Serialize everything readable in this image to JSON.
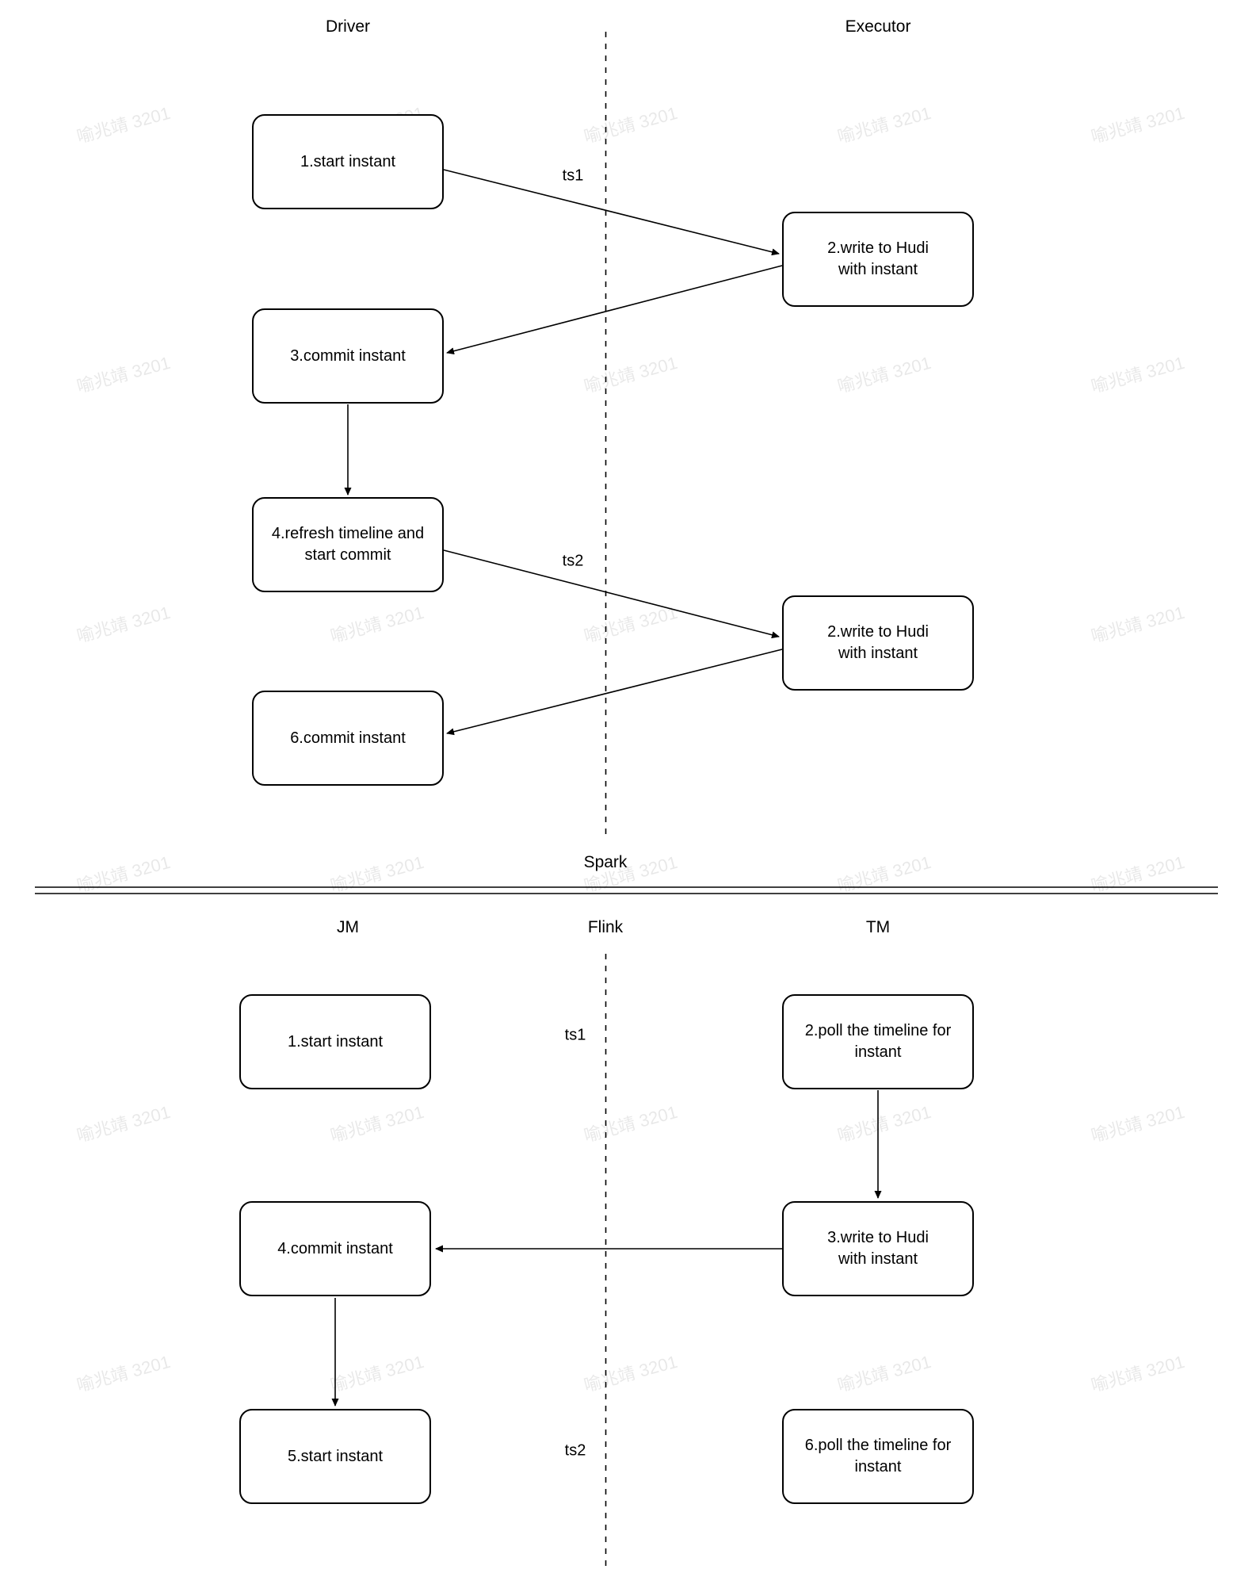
{
  "watermark": {
    "text": "喻兆靖 3201"
  },
  "spark": {
    "left_header": "Driver",
    "right_header": "Executor",
    "divider_label": "Spark",
    "ts1": "ts1",
    "ts2": "ts2",
    "nodes": [
      {
        "label": "1.start instant"
      },
      {
        "label": "2.write to Hudi with instant"
      },
      {
        "label": "3.commit instant"
      },
      {
        "label": "4.refresh timeline and start commit"
      },
      {
        "label": "2.write to Hudi with instant"
      },
      {
        "label": "6.commit instant"
      }
    ]
  },
  "flink": {
    "left_header": "JM",
    "center_header": "Flink",
    "right_header": "TM",
    "ts1": "ts1",
    "ts2": "ts2",
    "nodes": [
      {
        "label": "1.start instant"
      },
      {
        "label": "2.poll the timeline for instant"
      },
      {
        "label": "4.commit instant"
      },
      {
        "label": "3.write to Hudi with instant"
      },
      {
        "label": "5.start instant"
      },
      {
        "label": "6.poll the timeline for instant"
      }
    ]
  }
}
